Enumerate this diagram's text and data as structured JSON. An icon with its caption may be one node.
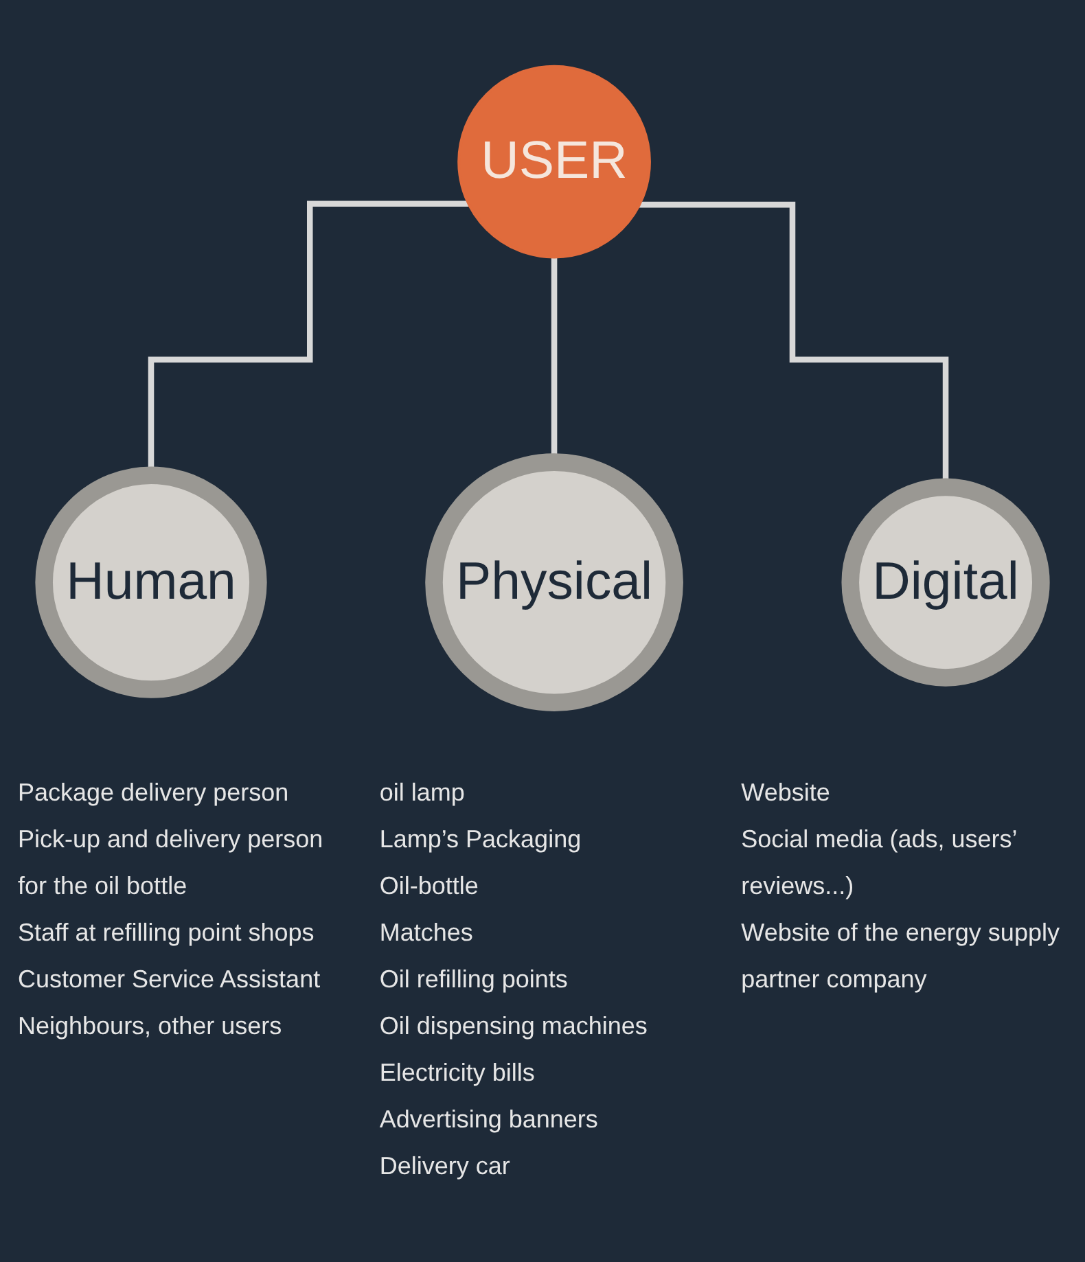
{
  "diagram": {
    "nodes": [
      {
        "text": [
          "USER"
        ]
      },
      {
        "text": [
          "Human"
        ],
        "beside": [
          "Package delivery person",
          "Pick-up and delivery person for the oil bottle",
          "Staff at refilling point shops",
          "Customer Service Assistant",
          "Neighbours, other users"
        ]
      },
      {
        "text": [
          "Physical"
        ],
        "beside": [
          "oil lamp",
          "Lamp’s Packaging",
          "Oil-bottle",
          "Matches",
          "Oil refilling points",
          "Oil dispensing machines",
          "Electricity bills",
          "Advertising banners",
          "Delivery car"
        ]
      },
      {
        "text": [
          "Digital"
        ],
        "beside": [
          "Website",
          "Social media (ads, users’ reviews...)",
          "Website of the energy supply partner company"
        ]
      }
    ],
    "edges": [
      {
        "from": 0,
        "to": 1,
        "arrow": "none"
      },
      {
        "from": 0,
        "to": 2,
        "arrow": "none"
      },
      {
        "from": 0,
        "to": 3,
        "arrow": "none"
      }
    ]
  }
}
